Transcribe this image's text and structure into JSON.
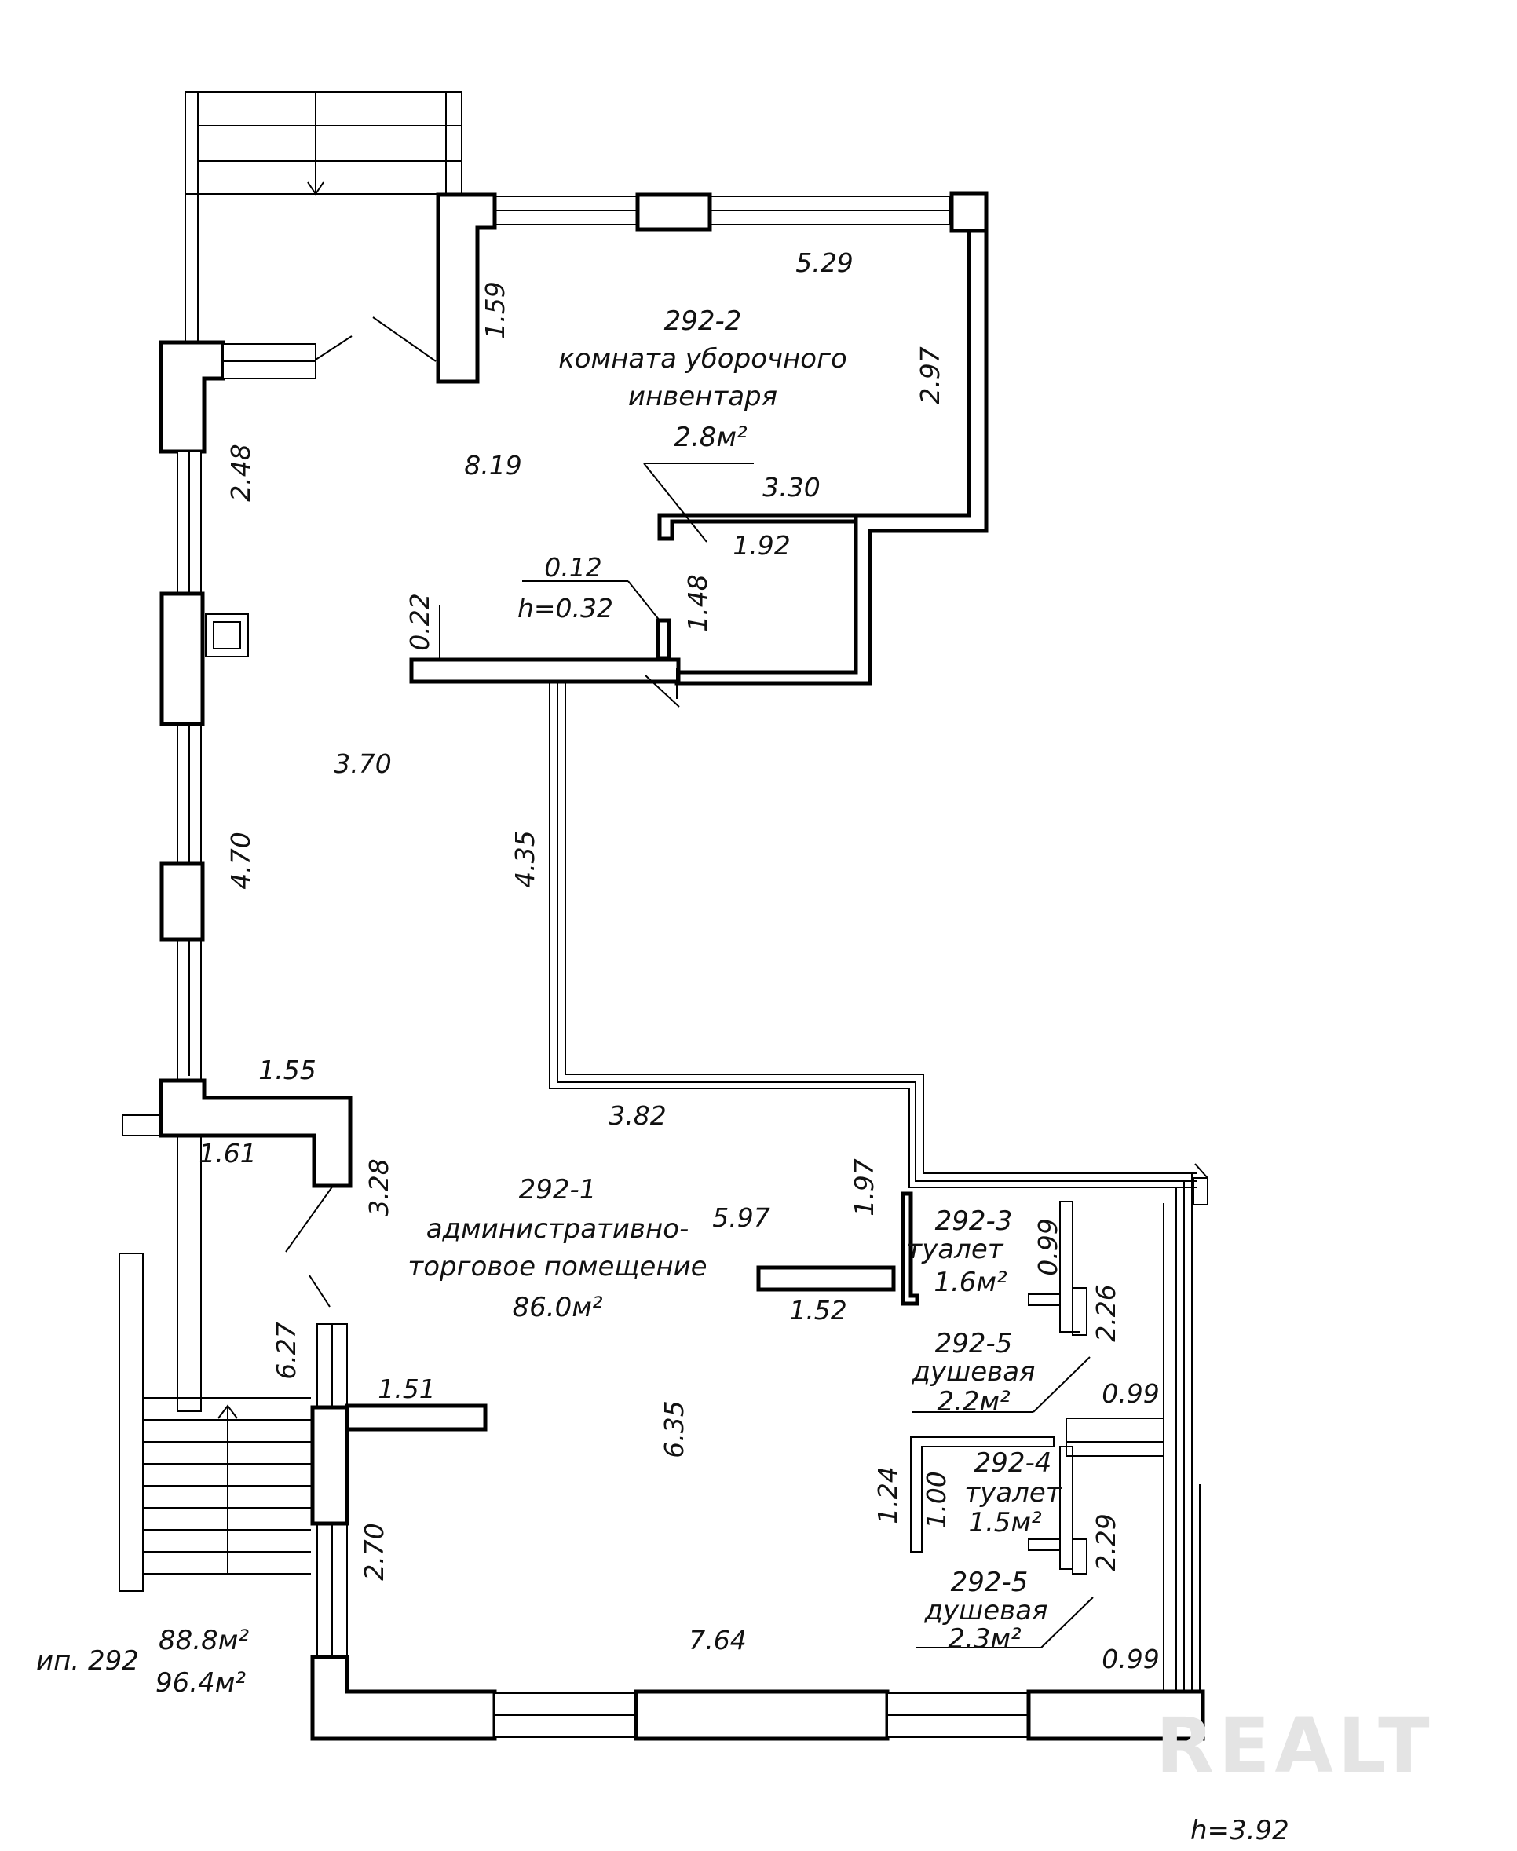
{
  "plan": {
    "rooms": [
      {
        "id": "292-2",
        "name_line1": "комната уборочного",
        "name_line2": "инвентаря",
        "area": "2.8м²"
      },
      {
        "id": "292-1",
        "name_line1": "административно-",
        "name_line2": "торговое помещение",
        "area": "86.0м²"
      },
      {
        "id": "292-3",
        "name_line1": "туалет",
        "area": "1.6м²"
      },
      {
        "id": "292-5",
        "name_line1": "душевая",
        "area": "2.2м²"
      },
      {
        "id": "292-4",
        "name_line1": "туалет",
        "area": "1.5м²"
      },
      {
        "id": "292-5",
        "name_line1": "душевая",
        "area": "2.3м²"
      }
    ],
    "dimensions": {
      "d529": "5.29",
      "d159": "1.59",
      "d297": "2.97",
      "d819": "8.19",
      "d330": "3.30",
      "d192": "1.92",
      "d248": "2.48",
      "d012": "0.12",
      "h032": "h=0.32",
      "d022": "0.22",
      "d148": "1.48",
      "d370": "3.70",
      "d470": "4.70",
      "d435": "4.35",
      "d155": "1.55",
      "d382": "3.82",
      "d161": "1.61",
      "d328": "3.28",
      "d597": "5.97",
      "d197": "1.97",
      "d099a": "0.99",
      "d152": "1.52",
      "d627": "6.27",
      "d226": "2.26",
      "d151": "1.51",
      "d635": "6.35",
      "d099b": "0.99",
      "d124": "1.24",
      "d100": "1.00",
      "d229": "2.29",
      "d270": "2.70",
      "d764": "7.64",
      "d099c": "0.99"
    },
    "footer": {
      "label": "ип. 292",
      "area1": "88.8м²",
      "area2": "96.4м²",
      "height": "h=3.92"
    },
    "watermark": "REALT"
  }
}
